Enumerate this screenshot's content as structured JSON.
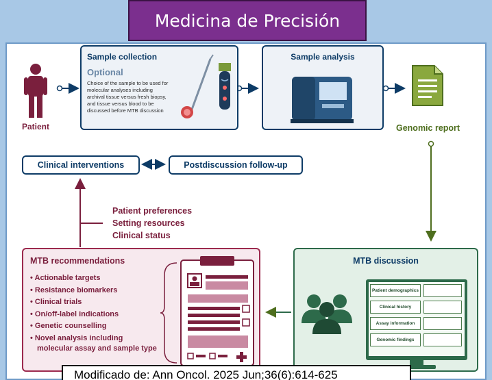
{
  "title": "Medicina de Precisión",
  "patient_label": "Patient",
  "sample_collection": {
    "title": "Sample collection",
    "optional": "Optional",
    "lines": [
      "Choice of the sample to be used for",
      "molecular analyses including",
      "archival tissue versus fresh biopsy,",
      "and tissue versus blood to be",
      "discussed before MTB discussion"
    ]
  },
  "sample_analysis": {
    "title": "Sample analysis"
  },
  "genomic_report": "Genomic report",
  "clinical_interventions": "Clinical interventions",
  "postdiscussion": "Postdiscussion follow-up",
  "factors": [
    "Patient preferences",
    "Setting resources",
    "Clinical status"
  ],
  "mtb_recommendations": {
    "title": "MTB recommendations",
    "items": [
      "Actionable targets",
      "Resistance biomarkers",
      "Clinical trials",
      "On/off-label indications",
      "Genetic counselling",
      "Novel analysis including"
    ],
    "continuation": "molecular assay and sample type"
  },
  "mtb_discussion": {
    "title": "MTB discussion",
    "table": [
      "Patient demographics",
      "Clinical history",
      "Assay information",
      "Genomic findings"
    ]
  },
  "footer": "Modificado de: Ann Oncol. 2025 Jun;36(6):614-625",
  "colors": {
    "navy": "#0d3b66",
    "maroon": "#7a1f3d",
    "green": "#4e6e1e",
    "title_purple": "#7b2f8e",
    "background": "#a8c8e6"
  }
}
